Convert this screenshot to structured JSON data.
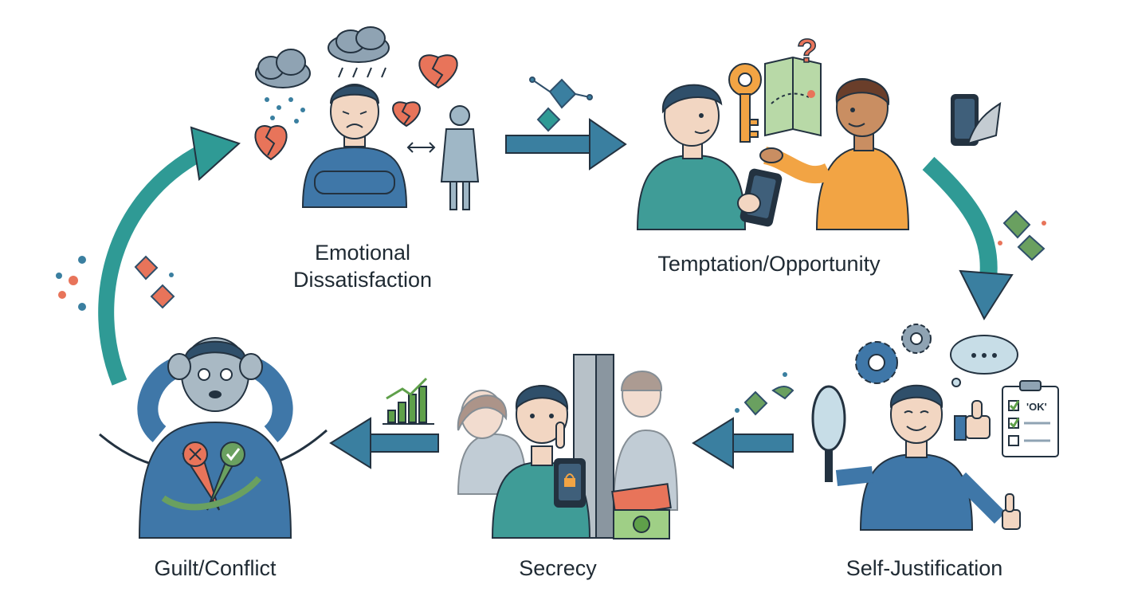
{
  "stages": [
    {
      "id": "emotional",
      "lines": [
        "Emotional",
        "Dissatisfaction"
      ]
    },
    {
      "id": "temptation",
      "lines": [
        "Temptation/Opportunity"
      ]
    },
    {
      "id": "justification",
      "lines": [
        "Self-Justification"
      ]
    },
    {
      "id": "secrecy",
      "lines": [
        "Secrecy"
      ]
    },
    {
      "id": "guilt",
      "lines": [
        "Guilt/Conflict"
      ]
    }
  ],
  "checklist_badge": "'OK'",
  "colors": {
    "blue_shirt": "#3f77a8",
    "teal_shirt": "#3f9c97",
    "orange_shirt": "#f2a444",
    "skin": "#f2d6c2",
    "hair": "#2f4f6a",
    "arrow": "#3a7fa0",
    "cycle_arrow": "#2f9a95",
    "heart": "#e8745a",
    "outline": "#233240",
    "chart_green": "#5fa04a"
  },
  "icons": [
    "storm-cloud-icon",
    "broken-heart-icon",
    "key-icon",
    "map-icon",
    "question-mark-icon",
    "phone-icon",
    "neuron-icon",
    "gear-icon",
    "thought-bubble-icon",
    "mirror-icon",
    "thumbs-up-icon",
    "checklist-icon",
    "door-icon",
    "money-icon",
    "growth-chart-icon",
    "chain-icon",
    "cross-mark-icon",
    "check-mark-icon"
  ]
}
